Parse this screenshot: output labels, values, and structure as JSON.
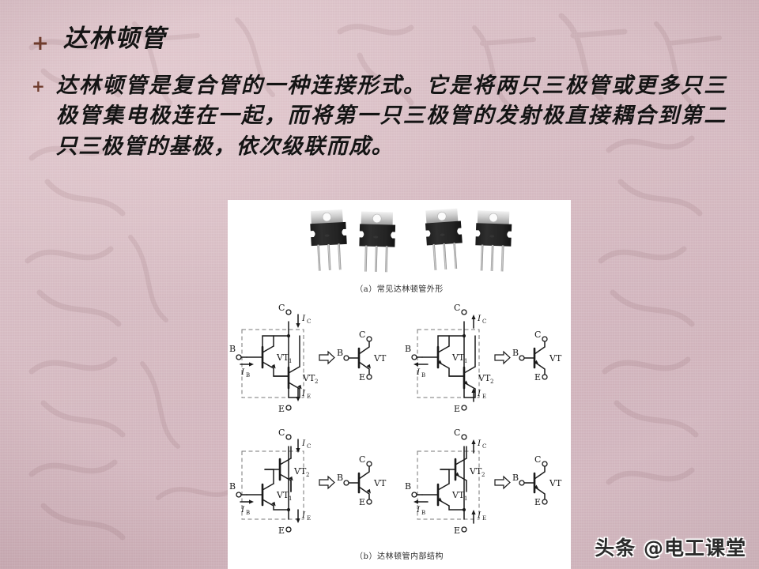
{
  "slide": {
    "bullet_marker": "+",
    "title": "达林顿管",
    "body": "达林顿管是复合管的一种连接形式。它是将两只三极管或更多只三极管集电极连在一起，而将第一只三极管的发射极直接耦合到第二只三极管的基极，依次级联而成。"
  },
  "figure": {
    "caption_a": "（a）常见达林顿管外形",
    "caption_b": "（b）达林顿管内部结构",
    "photo": {
      "description": "four TO-220 packaged Darlington transistors",
      "count": 4
    },
    "circuits": [
      {
        "id": "npn-ce-common",
        "terminals": [
          "C",
          "B",
          "E"
        ],
        "devices": [
          "VT₁",
          "VT₂"
        ],
        "currents": [
          "I_C",
          "I_B",
          "I_E"
        ],
        "equivalent": "VT",
        "polarity": "NPN",
        "current_direction": "in"
      },
      {
        "id": "pnp-ce-common",
        "terminals": [
          "C",
          "B",
          "E"
        ],
        "devices": [
          "VT₁",
          "VT₂"
        ],
        "currents": [
          "I_C",
          "I_B",
          "I_E"
        ],
        "equivalent": "VT",
        "polarity": "PNP",
        "current_direction": "out"
      },
      {
        "id": "npn-alt",
        "terminals": [
          "C",
          "B",
          "E"
        ],
        "devices": [
          "VT₁",
          "VT₂"
        ],
        "currents": [
          "I_C",
          "I_B",
          "I_E"
        ],
        "equivalent": "VT",
        "polarity": "NPN",
        "current_direction": "in"
      },
      {
        "id": "pnp-alt",
        "terminals": [
          "C",
          "B",
          "E"
        ],
        "devices": [
          "VT₁",
          "VT₂"
        ],
        "currents": [
          "I_C",
          "I_B",
          "I_E"
        ],
        "equivalent": "VT",
        "polarity": "PNP",
        "current_direction": "out"
      }
    ],
    "labels": {
      "C": "C",
      "B": "B",
      "E": "E",
      "VT1": "VT",
      "VT1_sub": "1",
      "VT2": "VT",
      "VT2_sub": "2",
      "VT": "VT",
      "I": "I",
      "sub_C": "C",
      "sub_B": "B",
      "sub_E": "E"
    }
  },
  "watermark": {
    "text": "头条 @电工课堂"
  },
  "colors": {
    "background": "#d8bcc4",
    "bullet": "#6e3b2c",
    "text": "#141414",
    "panel": "#ffffff",
    "circuit_line": "#1a1a1a",
    "dashed_box": "#6b6b6b"
  }
}
